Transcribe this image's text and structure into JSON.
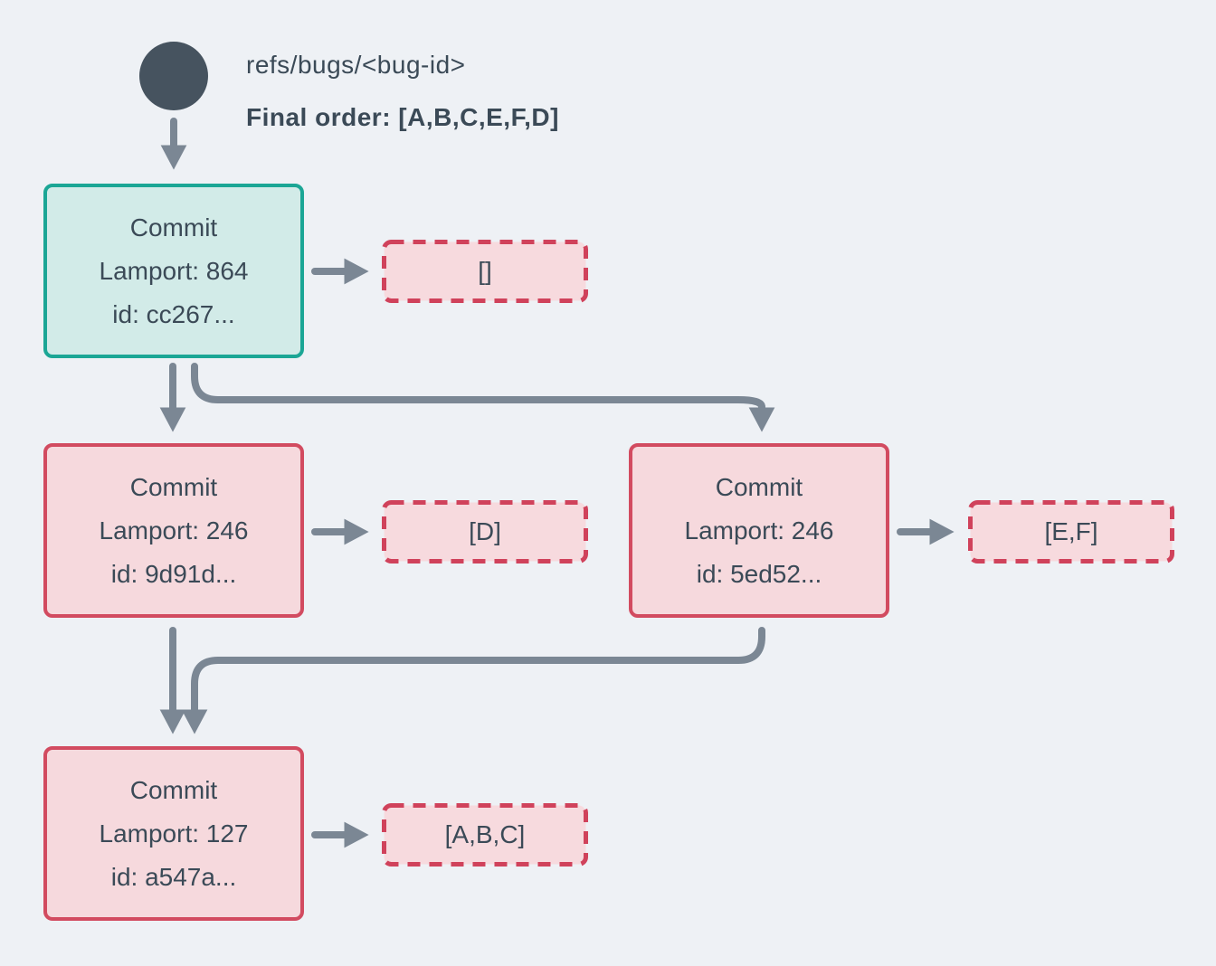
{
  "diagram": {
    "ref_label": "refs/bugs/<bug-id>",
    "final_order_label": "Final order: [A,B,C,E,F,D]",
    "nodes": [
      {
        "title": "Commit",
        "lamport": "Lamport: 864",
        "id": "id: cc267...",
        "kind": "head-commit",
        "ops": "[]"
      },
      {
        "title": "Commit",
        "lamport": "Lamport: 246",
        "id": "id: 9d91d...",
        "kind": "commit",
        "ops": "[D]"
      },
      {
        "title": "Commit",
        "lamport": "Lamport: 246",
        "id": "id: 5ed52...",
        "kind": "commit",
        "ops": "[E,F]"
      },
      {
        "title": "Commit",
        "lamport": "Lamport: 127",
        "id": "id: a547a...",
        "kind": "commit",
        "ops": "[A,B,C]"
      }
    ],
    "colors": {
      "background": "#eef1f5",
      "text": "#3b4a57",
      "arrow": "#7b8794",
      "ref_circle": "#46535f",
      "teal_border": "#1ba695",
      "teal_fill": "#d2ebe8",
      "red_border": "#d24b60",
      "red_dash": "#d0425b",
      "pink_fill": "#f6d9dd",
      "pink_dash_fill": "#f7dade"
    }
  }
}
